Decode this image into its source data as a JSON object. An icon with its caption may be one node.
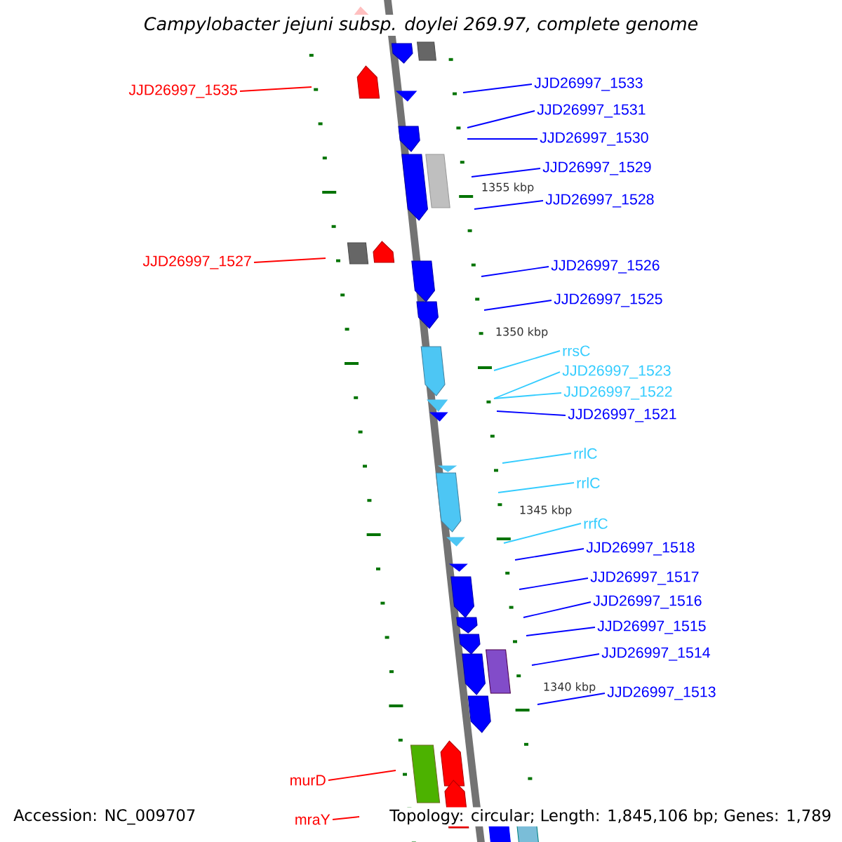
{
  "diagram": {
    "title": "*Campylobacter jejuni subsp. doylei 269.97, complete genome*",
    "nodes": [
      {
        "text": [
          "JJD26997_1535"
        ]
      },
      {
        "text": [
          "JJD26997_1533"
        ]
      },
      {
        "text": [
          "JJD26997_1531"
        ]
      },
      {
        "text": [
          "JJD26997_1530"
        ]
      },
      {
        "text": [
          "JJD26997_1529"
        ]
      },
      {
        "text": [
          "JJD26997_1528"
        ]
      },
      {
        "text": [
          "JJD26997_1527"
        ]
      },
      {
        "text": [
          "JJD26997_1526"
        ]
      },
      {
        "text": [
          "JJD26997_1525"
        ]
      },
      {
        "text": [
          "rrsC"
        ]
      },
      {
        "text": [
          "JJD26997_1523"
        ]
      },
      {
        "text": [
          "JJD26997_1522"
        ]
      },
      {
        "text": [
          "JJD26997_1521"
        ]
      },
      {
        "text": [
          "rrlC"
        ]
      },
      {
        "text": [
          "rrlC"
        ]
      },
      {
        "text": [
          "rrfC"
        ]
      },
      {
        "text": [
          "JJD26997_1518"
        ]
      },
      {
        "text": [
          "JJD26997_1517"
        ]
      },
      {
        "text": [
          "JJD26997_1516"
        ]
      },
      {
        "text": [
          "JJD26997_1515"
        ]
      },
      {
        "text": [
          "JJD26997_1514"
        ]
      },
      {
        "text": [
          "JJD26997_1513"
        ]
      },
      {
        "text": [
          "murD"
        ]
      },
      {
        "text": [
          "mraY"
        ]
      }
    ],
    "edges": [
      {
        "from": 0,
        "to": null,
        "arrow": "none",
        "color": "#ff0000"
      },
      {
        "from": 1,
        "to": null,
        "arrow": "none"
      },
      {
        "from": 2,
        "to": null,
        "arrow": "none"
      },
      {
        "from": 3,
        "to": null,
        "arrow": "none"
      },
      {
        "from": 4,
        "to": null,
        "arrow": "none"
      },
      {
        "from": 5,
        "to": null,
        "arrow": "none"
      },
      {
        "from": 6,
        "to": null,
        "arrow": "none",
        "color": "#ff0000"
      },
      {
        "from": 7,
        "to": null,
        "arrow": "none"
      },
      {
        "from": 8,
        "to": null,
        "arrow": "none"
      },
      {
        "from": 9,
        "to": null,
        "arrow": "none",
        "color": "#33ccff"
      },
      {
        "from": 10,
        "to": null,
        "arrow": "none",
        "color": "#33ccff"
      },
      {
        "from": 11,
        "to": null,
        "arrow": "none",
        "color": "#33ccff"
      },
      {
        "from": 12,
        "to": null,
        "arrow": "none"
      },
      {
        "from": 13,
        "to": null,
        "arrow": "none",
        "color": "#33ccff"
      },
      {
        "from": 14,
        "to": null,
        "arrow": "none",
        "color": "#33ccff"
      },
      {
        "from": 15,
        "to": null,
        "arrow": "none",
        "color": "#33ccff"
      },
      {
        "from": 16,
        "to": null,
        "arrow": "none"
      },
      {
        "from": 17,
        "to": null,
        "arrow": "none"
      },
      {
        "from": 18,
        "to": null,
        "arrow": "none"
      },
      {
        "from": 19,
        "to": null,
        "arrow": "none"
      },
      {
        "from": 20,
        "to": null,
        "arrow": "none"
      },
      {
        "from": 21,
        "to": null,
        "arrow": "none"
      },
      {
        "from": 22,
        "to": null,
        "arrow": "none",
        "color": "#ff0000"
      },
      {
        "from": 23,
        "to": null,
        "arrow": "none",
        "color": "#ff0000"
      }
    ],
    "labels": [
      "1355 kbp",
      "1350 kbp",
      "1345 kbp",
      "1340 kbp",
      "Accession: NC_009707",
      "Topology: circular; Length: 1,845,106 bp; Genes: 1,789"
    ]
  }
}
